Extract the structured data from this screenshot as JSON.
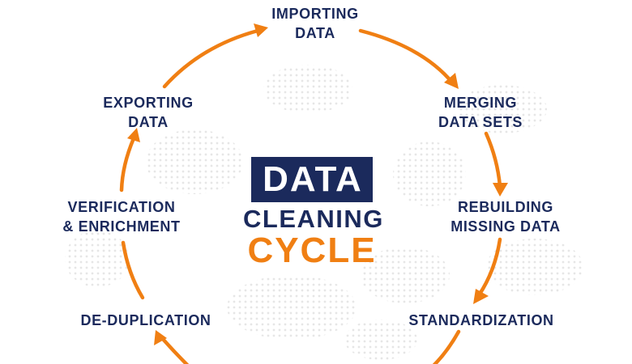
{
  "title": {
    "line1": "DATA",
    "line2": "CLEANING",
    "line3": "CYCLE"
  },
  "stages": [
    {
      "id": "importing",
      "lines": [
        "IMPORTING",
        "DATA"
      ]
    },
    {
      "id": "merging",
      "lines": [
        "MERGING",
        "DATA SETS"
      ]
    },
    {
      "id": "rebuilding",
      "lines": [
        "REBUILDING",
        "MISSING DATA"
      ]
    },
    {
      "id": "standardization",
      "lines": [
        "STANDARDIZATION"
      ]
    },
    {
      "id": "de-duplication",
      "lines": [
        "DE-DUPLICATION"
      ]
    },
    {
      "id": "verification",
      "lines": [
        "VERIFICATION",
        "& ENRICHMENT"
      ]
    },
    {
      "id": "exporting",
      "lines": [
        "EXPORTING",
        "DATA"
      ]
    }
  ],
  "colors": {
    "navy": "#1b2a5c",
    "orange": "#f07f13",
    "dots": "#e6e6e6"
  },
  "icons": [
    "arrow-head-icon",
    "world-map-dots-icon"
  ]
}
